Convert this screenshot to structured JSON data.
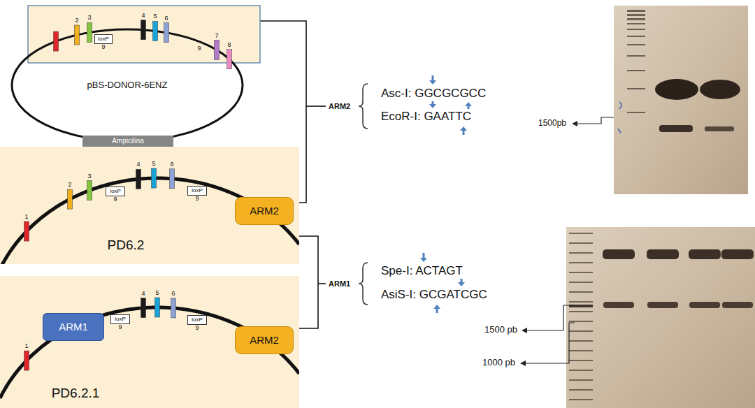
{
  "diagram": {
    "nodes": [
      {
        "text": [
          "pBS-DONOR-6ENZ"
        ]
      },
      {
        "text": [
          "loxP"
        ],
        "in": 0
      },
      {
        "text": [
          "Ampicilina"
        ]
      },
      {
        "text": [
          "PD6.2"
        ]
      },
      {
        "text": [
          "loxP"
        ],
        "in": 3
      },
      {
        "text": [
          "loxP"
        ],
        "in": 3
      },
      {
        "text": [
          "ARM2"
        ],
        "in": 3
      },
      {
        "text": [
          "PD6.2.1"
        ]
      },
      {
        "text": [
          "ARM1"
        ],
        "in": 7
      },
      {
        "text": [
          "loxP"
        ],
        "in": 7
      },
      {
        "text": [
          "loxP"
        ],
        "in": 7
      },
      {
        "text": [
          "ARM2"
        ],
        "in": 7
      }
    ],
    "edges": [
      {
        "from": 0,
        "to": 3,
        "arrow": "none",
        "label": "ARM2"
      },
      {
        "from": 3,
        "to": 7,
        "arrow": "none",
        "label": "ARM1"
      }
    ],
    "labels": [
      "2",
      "3",
      "9",
      "4",
      "5",
      "6",
      "9",
      "7",
      "8",
      "1",
      "2",
      "3",
      "9",
      "4",
      "5",
      "6",
      "9",
      "1",
      "9",
      "4",
      "5",
      "6",
      "9",
      "Asc-I: GGCGCGCC",
      "EcoR-I: GAATTC",
      "Spe-I: ACTAGT",
      "AsiS-I: GCGATCGC",
      "1500pb",
      "1500 pb",
      "1000 pb"
    ]
  }
}
